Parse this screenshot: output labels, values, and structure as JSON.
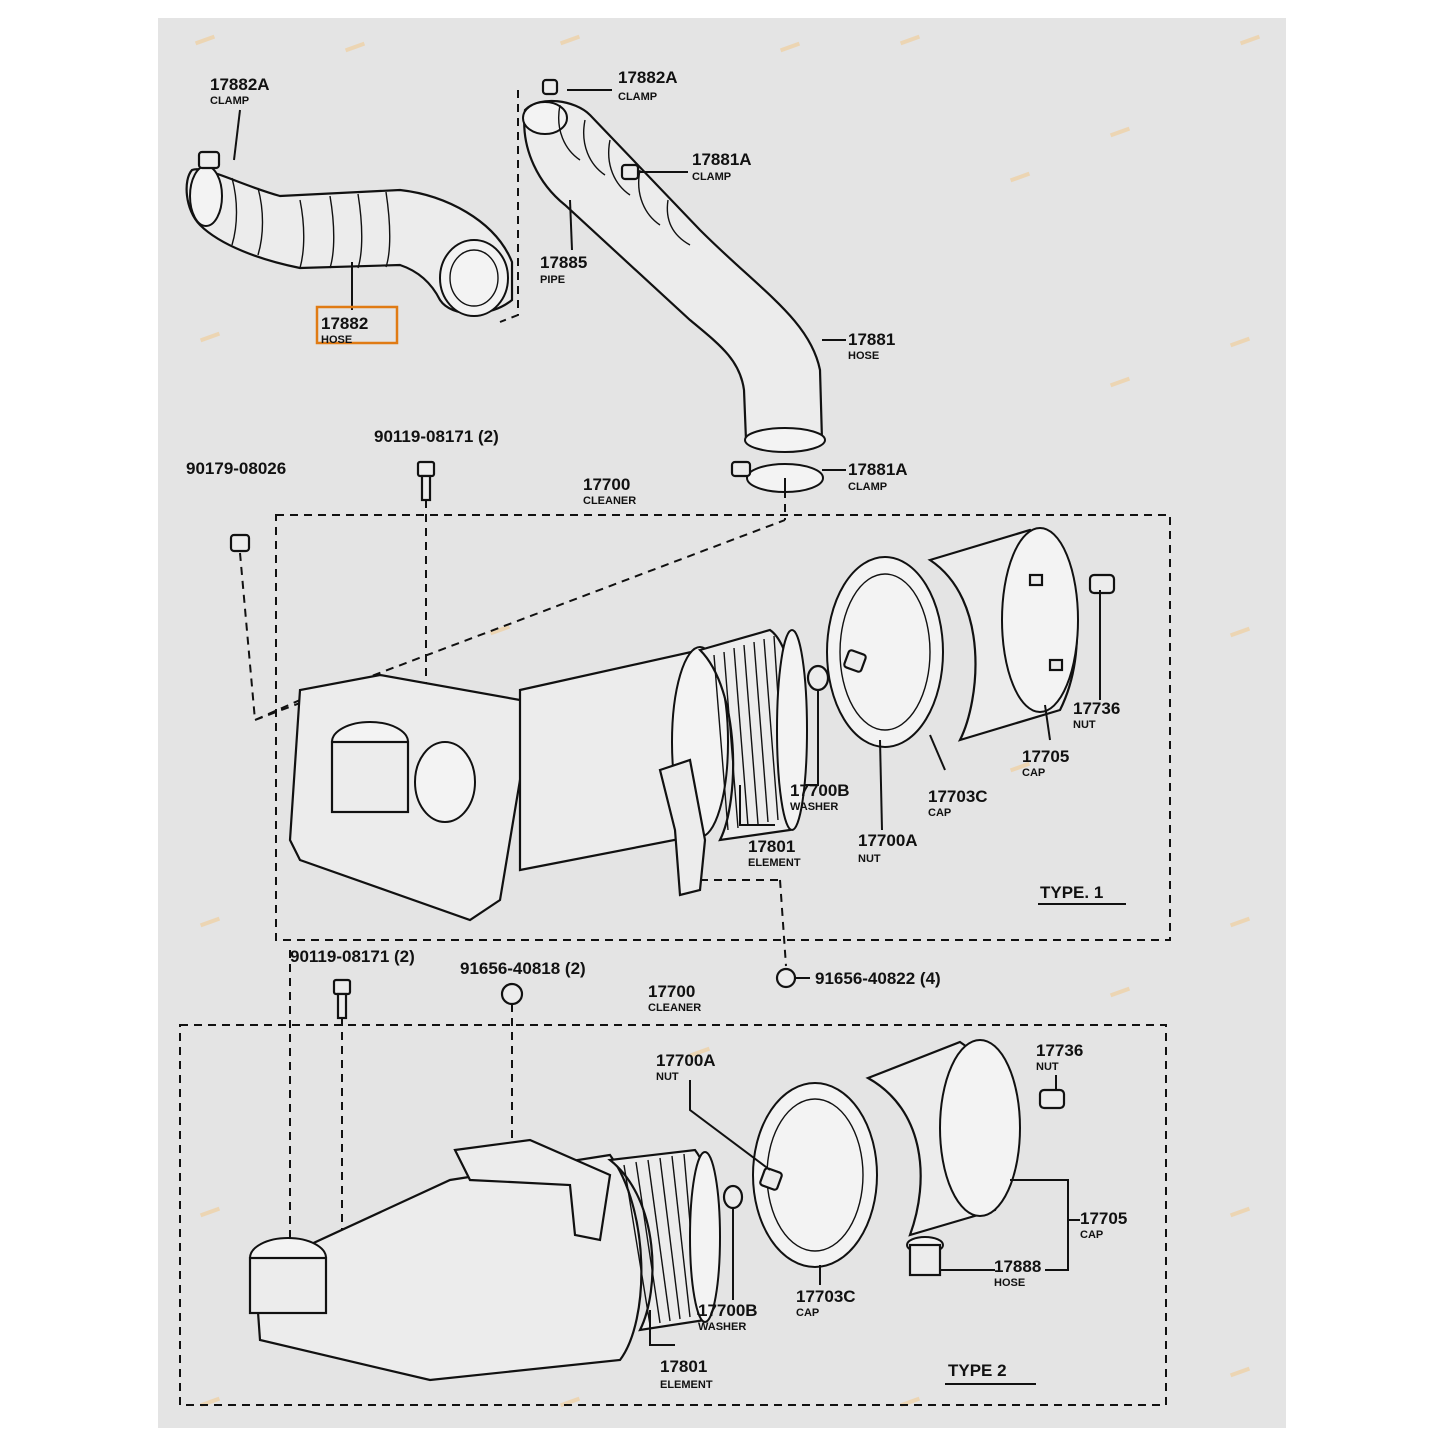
{
  "parts": {
    "p17882a_top": {
      "number": "17882A",
      "name": "CLAMP"
    },
    "p17882": {
      "number": "17882",
      "name": "HOSE",
      "highlight_color": "#e07b14"
    },
    "p17882a_right": {
      "number": "17882A",
      "name": "CLAMP"
    },
    "p17881a_top": {
      "number": "17881A",
      "name": "CLAMP"
    },
    "p17885": {
      "number": "17885",
      "name": "PIPE"
    },
    "p17881": {
      "number": "17881",
      "name": "HOSE"
    },
    "p17881a_low": {
      "number": "17881A",
      "name": "CLAMP"
    },
    "p90119_a": {
      "number": "90119-08171 (2)"
    },
    "p90179": {
      "number": "90179-08026"
    },
    "p17700_a": {
      "number": "17700",
      "name": "CLEANER"
    },
    "p17736_a": {
      "number": "17736",
      "name": "NUT"
    },
    "p17705_a": {
      "number": "17705",
      "name": "CAP"
    },
    "p17703c_a": {
      "number": "17703C",
      "name": "CAP"
    },
    "p17700b_a": {
      "number": "17700B",
      "name": "WASHER"
    },
    "p17700a_a": {
      "number": "17700A",
      "name": "NUT"
    },
    "p17801_a": {
      "number": "17801",
      "name": "ELEMENT"
    },
    "p91656_4": {
      "number": "91656-40822 (4)"
    },
    "p90119_b": {
      "number": "90119-08171 (2)"
    },
    "p91656_2": {
      "number": "91656-40818 (2)"
    },
    "p17700_b": {
      "number": "17700",
      "name": "CLEANER"
    },
    "p17700a_b": {
      "number": "17700A",
      "name": "NUT"
    },
    "p17736_b": {
      "number": "17736",
      "name": "NUT"
    },
    "p17705_b": {
      "number": "17705",
      "name": "CAP"
    },
    "p17888": {
      "number": "17888",
      "name": "HOSE"
    },
    "p17703c_b": {
      "number": "17703C",
      "name": "CAP"
    },
    "p17700b_b": {
      "number": "17700B",
      "name": "WASHER"
    },
    "p17801_b": {
      "number": "17801",
      "name": "ELEMENT"
    }
  },
  "types": {
    "type1": "TYPE. 1",
    "type2": "TYPE  2"
  },
  "colors": {
    "sheet": "#e4e4e4",
    "ink": "#111111",
    "highlight": "#e07b14",
    "watermark": "#f2c98a"
  }
}
